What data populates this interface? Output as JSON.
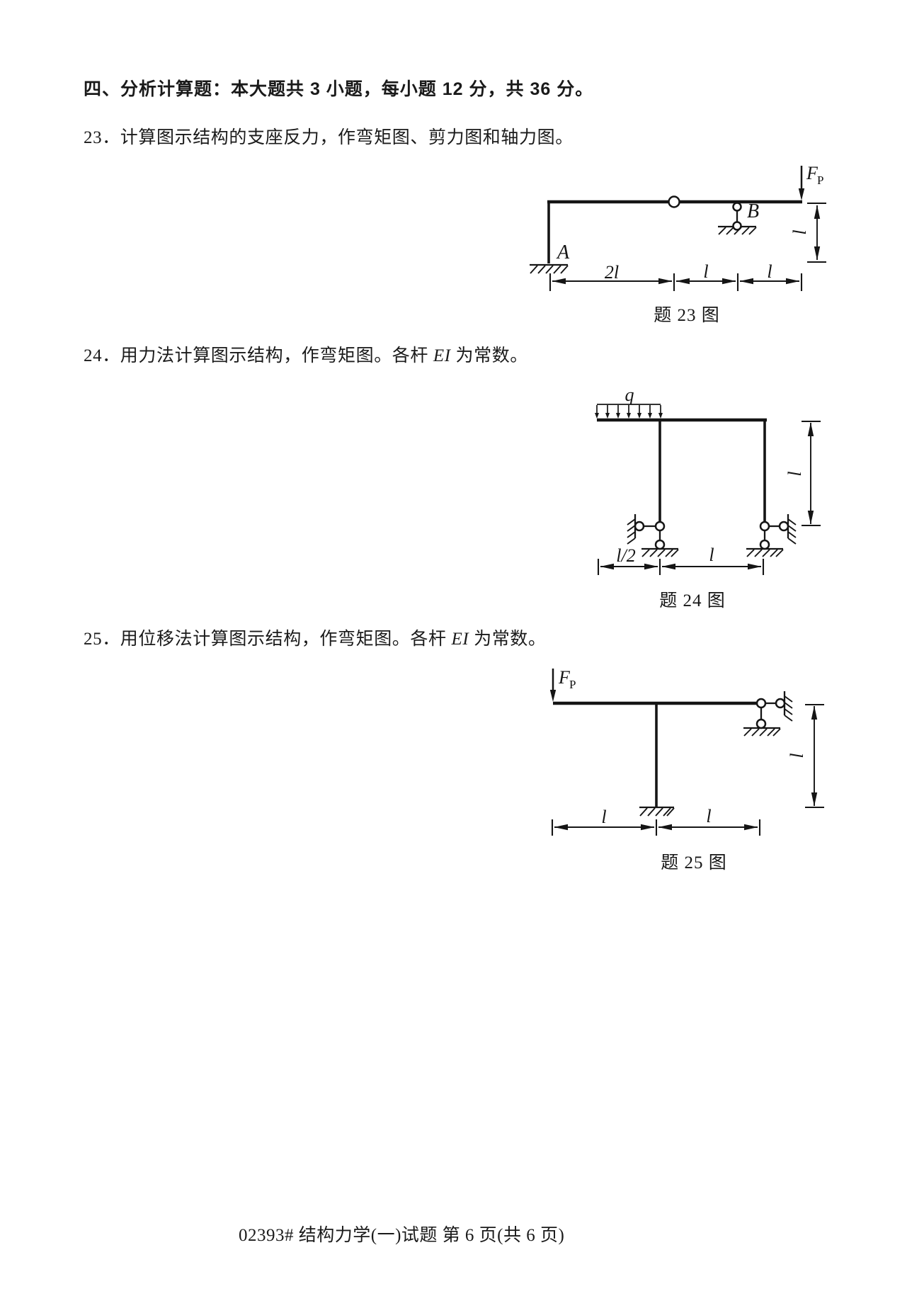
{
  "section_header": "四、分析计算题：本大题共 3 小题，每小题 12 分，共 36 分。",
  "footer_text": "02393# 结构力学(一)试题 第 6 页(共 6 页)",
  "q23": {
    "text": "23．计算图示结构的支座反力，作弯矩图、剪力图和轴力图。",
    "caption": "题 23 图",
    "label_A": "A",
    "label_B": "B",
    "force_symbol": "F",
    "force_subscript": "P",
    "dim_span_1": "2l",
    "dim_span_2": "l",
    "dim_span_3": "l",
    "dim_height": "l"
  },
  "q24": {
    "text_prefix": "24．用力法计算图示结构，作弯矩图。各杆 ",
    "text_em": "EI",
    "text_suffix": " 为常数。",
    "caption": "题 24 图",
    "load_symbol": "q",
    "dim_span_1": "l/2",
    "dim_span_2": "l",
    "dim_height": "l"
  },
  "q25": {
    "text_prefix": "25．用位移法计算图示结构，作弯矩图。各杆 ",
    "text_em": "EI",
    "text_suffix": " 为常数。",
    "caption": "题 25 图",
    "force_symbol": "F",
    "force_subscript": "P",
    "dim_span_1": "l",
    "dim_span_2": "l",
    "dim_height": "l"
  }
}
